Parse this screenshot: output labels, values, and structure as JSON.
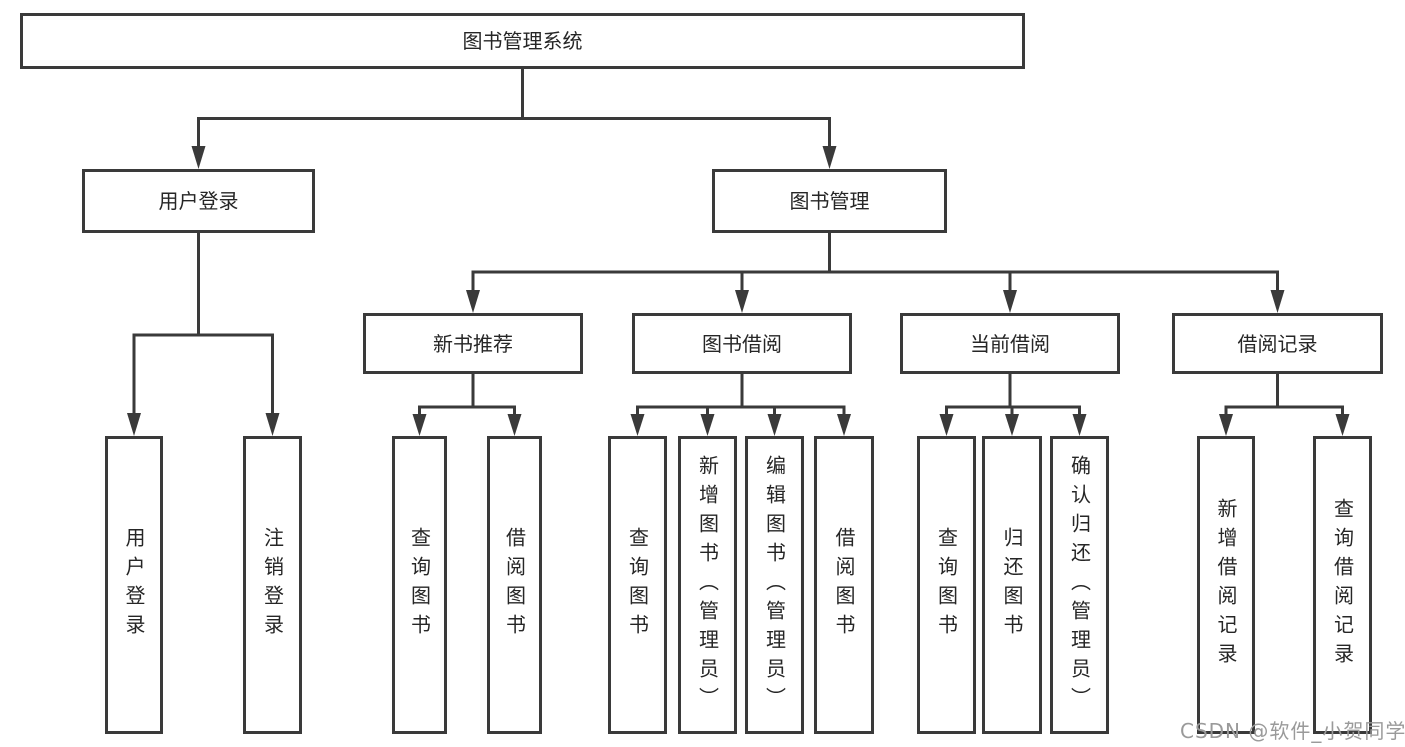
{
  "diagram_type": "functional-structure-tree",
  "watermark": "CSDN @软件_小贺同学",
  "colors": {
    "background": "#ffffff",
    "line": "#3a3a3a",
    "box_border": "#3a3a3a",
    "box_fill": "#ffffff",
    "text": "#262626",
    "watermark_text": "#9a9a9a"
  },
  "tree": {
    "label": "图书管理系统",
    "children": [
      {
        "label": "用户登录",
        "children": [
          {
            "label": "用户登录"
          },
          {
            "label": "注销登录"
          }
        ]
      },
      {
        "label": "图书管理",
        "children": [
          {
            "label": "新书推荐",
            "children": [
              {
                "label": "查询图书"
              },
              {
                "label": "借阅图书"
              }
            ]
          },
          {
            "label": "图书借阅",
            "children": [
              {
                "label": "查询图书"
              },
              {
                "label": "新增图书（管理员）"
              },
              {
                "label": "编辑图书（管理员）"
              },
              {
                "label": "借阅图书"
              }
            ]
          },
          {
            "label": "当前借阅",
            "children": [
              {
                "label": "查询图书"
              },
              {
                "label": "归还图书"
              },
              {
                "label": "确认归还（管理员）"
              }
            ]
          },
          {
            "label": "借阅记录",
            "children": [
              {
                "label": "新增借阅记录"
              },
              {
                "label": "查询借阅记录"
              }
            ]
          }
        ]
      }
    ]
  }
}
